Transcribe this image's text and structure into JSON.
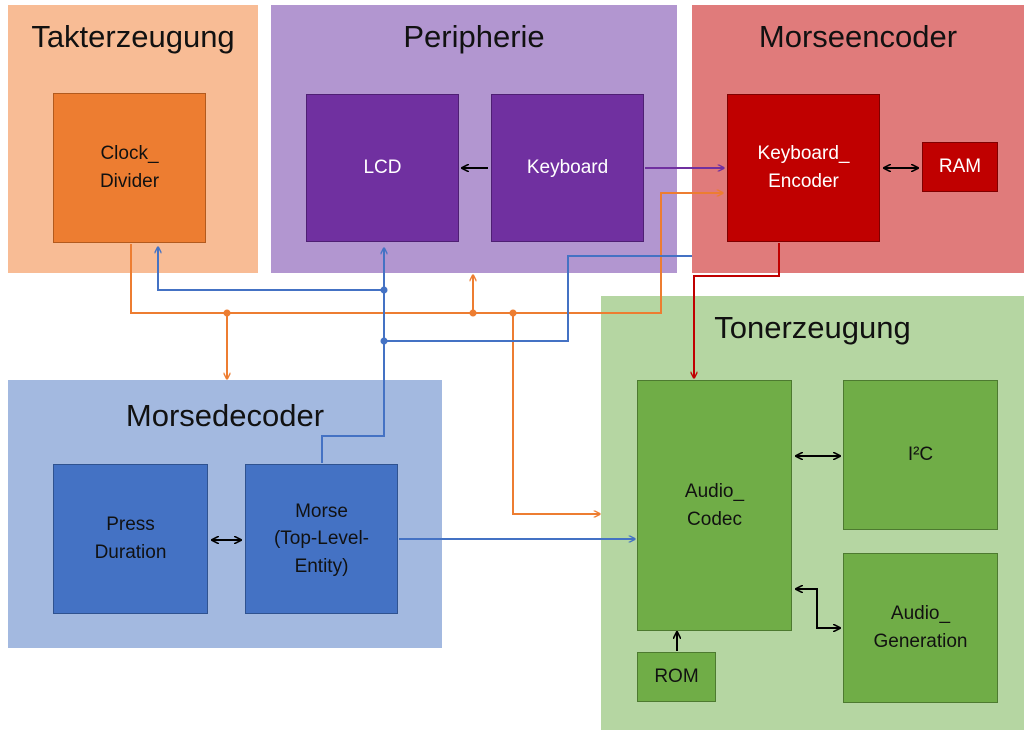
{
  "regions": {
    "takterzeugung": "Takterzeugung",
    "peripherie": "Peripherie",
    "morseencoder": "Morseencoder",
    "tonerzeugung": "Tonerzeugung",
    "morsedecoder": "Morsedecoder"
  },
  "blocks": {
    "clock_divider": [
      "Clock_",
      "Divider"
    ],
    "lcd": "LCD",
    "keyboard": "Keyboard",
    "keyboard_encoder": [
      "Keyboard_",
      "Encoder"
    ],
    "ram": "RAM",
    "audio_codec": [
      "Audio_",
      "Codec"
    ],
    "i2c": "I²C",
    "audio_generation": [
      "Audio_",
      "Generation"
    ],
    "rom": "ROM",
    "press_duration": [
      "Press",
      "Duration"
    ],
    "morse": [
      "Morse",
      "(Top-Level-",
      "Entity)"
    ]
  },
  "colors": {
    "takterzeugung_bg": "#F8BC95",
    "peripherie_bg": "#B296D0",
    "morseencoder_bg": "#E07B7B",
    "tonerzeugung_bg": "#B5D6A2",
    "morsedecoder_bg": "#A3B9E0",
    "clock_block": "#ED7D31",
    "purple_block": "#7030A0",
    "red_block": "#C00000",
    "green_block": "#70AD47",
    "blue_block": "#4472C4",
    "wire_orange": "#ED7D31",
    "wire_blue": "#4472C4",
    "wire_purple": "#7030A0",
    "wire_red": "#C00000",
    "wire_black": "#000000"
  }
}
